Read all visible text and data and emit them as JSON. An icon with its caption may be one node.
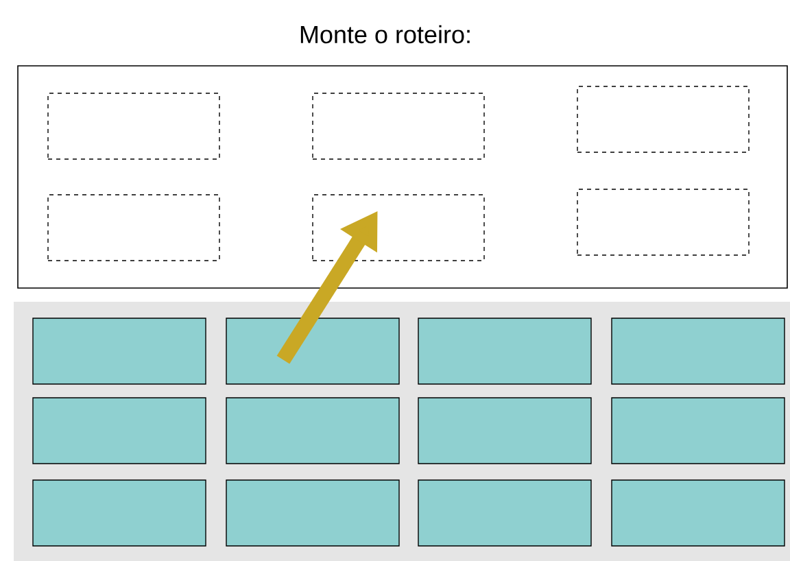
{
  "diagram": {
    "title": "Monte o roteiro:",
    "nodes": [
      {
        "text": [],
        "shape": "box"
      },
      {
        "text": [],
        "shape": "box",
        "in": 0
      },
      {
        "text": [],
        "shape": "box",
        "in": 0
      },
      {
        "text": [],
        "shape": "box",
        "in": 0
      },
      {
        "text": [],
        "shape": "box",
        "in": 0
      },
      {
        "text": [],
        "shape": "box",
        "in": 0
      },
      {
        "text": [],
        "shape": "box",
        "in": 0
      },
      {
        "text": [],
        "shape": "box"
      },
      {
        "text": [],
        "shape": "box",
        "in": 7
      },
      {
        "text": [],
        "shape": "box",
        "in": 7
      },
      {
        "text": [],
        "shape": "box",
        "in": 7
      },
      {
        "text": [],
        "shape": "box",
        "in": 7
      },
      {
        "text": [],
        "shape": "box",
        "in": 7
      },
      {
        "text": [],
        "shape": "box",
        "in": 7
      },
      {
        "text": [],
        "shape": "box",
        "in": 7
      },
      {
        "text": [],
        "shape": "box",
        "in": 7
      },
      {
        "text": [],
        "shape": "box",
        "in": 7
      },
      {
        "text": [],
        "shape": "box",
        "in": 7
      },
      {
        "text": [],
        "shape": "box",
        "in": 7
      },
      {
        "text": [],
        "shape": "box",
        "in": 7
      }
    ],
    "edges": [
      {
        "from": 9,
        "to": 5,
        "arrow": "to",
        "color": "#c9a825"
      }
    ]
  }
}
